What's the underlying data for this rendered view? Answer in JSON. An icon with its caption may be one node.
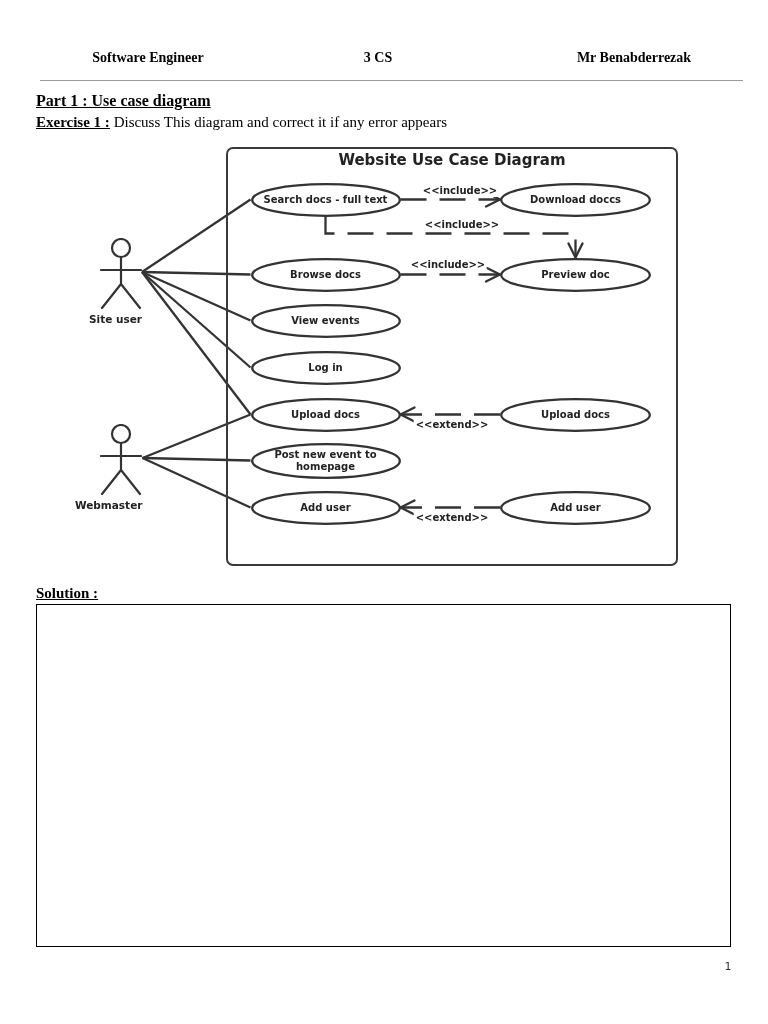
{
  "diagram": {
    "title": "Part 1 : Use case diagram",
    "nodes": [
      {
        "text": [
          "Site user"
        ]
      },
      {
        "text": [
          "Webmaster"
        ]
      },
      {
        "text": [
          "Website Use Case Diagram"
        ]
      },
      {
        "text": [
          "Search docs - full text"
        ],
        "in": 2
      },
      {
        "text": [
          "Download doccs"
        ],
        "in": 2
      },
      {
        "text": [
          "Browse docs"
        ],
        "in": 2
      },
      {
        "text": [
          "Preview doc"
        ],
        "in": 2
      },
      {
        "text": [
          "View events"
        ],
        "in": 2
      },
      {
        "text": [
          "Log in"
        ],
        "in": 2
      },
      {
        "text": [
          "Upload docs"
        ],
        "in": 2
      },
      {
        "text": [
          "Upload docs"
        ],
        "in": 2
      },
      {
        "text": [
          "Post new event to homepage"
        ],
        "in": 2
      },
      {
        "text": [
          "Add user"
        ],
        "in": 2
      },
      {
        "text": [
          "Add user"
        ],
        "in": 2
      }
    ],
    "edges": [
      {
        "from": 0,
        "to": 3,
        "arrow": "none"
      },
      {
        "from": 0,
        "to": 5,
        "arrow": "none"
      },
      {
        "from": 0,
        "to": 7,
        "arrow": "none"
      },
      {
        "from": 0,
        "to": 8,
        "arrow": "none"
      },
      {
        "from": 0,
        "to": 9,
        "arrow": "none"
      },
      {
        "from": 1,
        "to": 9,
        "arrow": "none"
      },
      {
        "from": 1,
        "to": 11,
        "arrow": "none"
      },
      {
        "from": 1,
        "to": 12,
        "arrow": "none"
      },
      {
        "from": 3,
        "to": 4,
        "arrow": "to",
        "style": "dashed",
        "label": "<<include>>"
      },
      {
        "from": 3,
        "to": 6,
        "arrow": "to",
        "style": "dashed",
        "label": "<<include>>"
      },
      {
        "from": 5,
        "to": 6,
        "arrow": "to",
        "style": "dashed",
        "label": "<<include>>"
      },
      {
        "from": 10,
        "to": 9,
        "arrow": "to",
        "style": "dashed",
        "label": "<<extend>>"
      },
      {
        "from": 13,
        "to": 12,
        "arrow": "to",
        "style": "dashed",
        "label": "<<extend>>"
      }
    ],
    "labels": [
      "Software Engineer",
      "3 CS",
      "Mr Benabderrezak",
      "**Exercise 1 :** Discuss This diagram and correct it if any error appears",
      "Solution :",
      "1"
    ]
  }
}
